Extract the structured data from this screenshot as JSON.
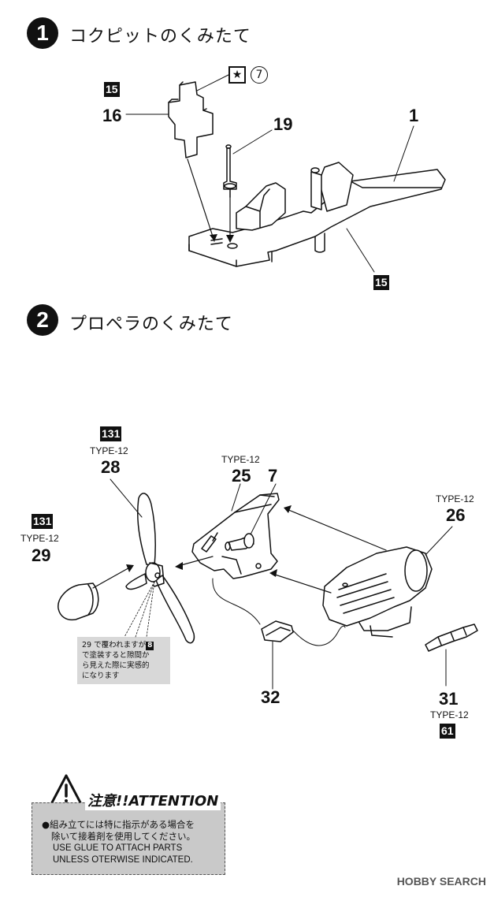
{
  "steps": [
    {
      "number": "1",
      "title": "コクピットのくみたて"
    },
    {
      "number": "2",
      "title": "プロペラのくみたて"
    }
  ],
  "step1": {
    "color_16": "15",
    "part_16": "16",
    "marking_ref": "7",
    "part_19": "19",
    "part_1": "1",
    "color_1": "15"
  },
  "step2": {
    "color_28": "131",
    "type_28": "TYPE-12",
    "part_28": "28",
    "color_29": "131",
    "type_29": "TYPE-12",
    "part_29": "29",
    "type_25": "TYPE-12",
    "part_25": "25",
    "part_7": "7",
    "type_26": "TYPE-12",
    "part_26": "26",
    "part_32": "32",
    "part_31": "31",
    "type_31": "TYPE-12",
    "color_31": "61",
    "note_line1_pre": "29 で覆われますが",
    "note_color": "8",
    "note_line2": "で塗装すると隙間か",
    "note_line3": "ら見えた際に実感的",
    "note_line4": "になります"
  },
  "attention": {
    "label": "注意!!ATTENTION",
    "line1": "●組み立てには特に指示がある場合を",
    "line2": "除いて接着剤を使用してください。",
    "line3": "USE GLUE TO ATTACH PARTS",
    "line4": "UNLESS OTERWISE INDICATED."
  },
  "watermark": "HOBBY SEARCH",
  "colors": {
    "ink": "#111111",
    "note_bg": "#d8d8d8",
    "attn_bg": "#c9c9c9"
  }
}
